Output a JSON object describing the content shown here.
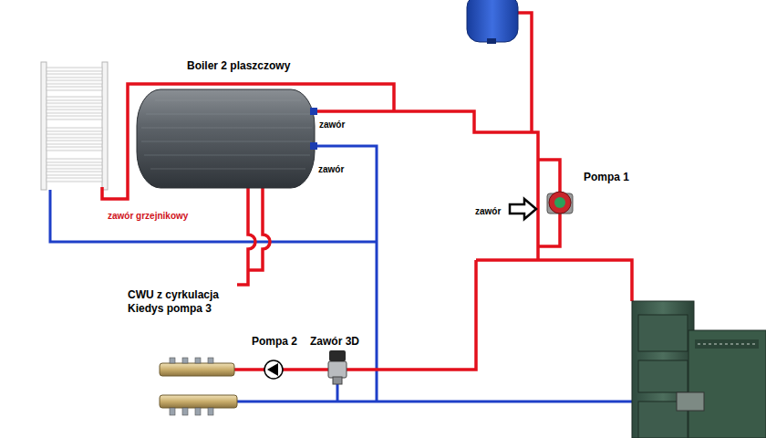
{
  "diagram": {
    "labels": [
      "Boiler 2 plaszczowy",
      "zawór",
      "zawór",
      "zawór grzejnikowy",
      "zawór",
      "Pompa 1",
      "CWU z cyrkulacja Kiedys pompa 3",
      "Pompa 2",
      "Zawór 3D"
    ]
  }
}
